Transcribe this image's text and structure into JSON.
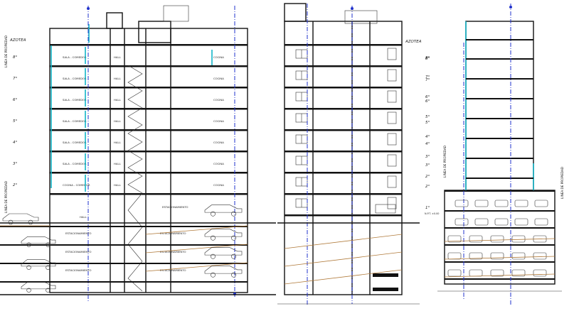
{
  "colors": {
    "line": "#111111",
    "glazing": "#12b5c8",
    "axis": "#2233cc",
    "excavation": "#b07a3a",
    "background": "#ffffff"
  },
  "section_a": {
    "roof_label": "AZOTEA",
    "property_line": "LINEA DE PROPIEDAD",
    "levels": [
      {
        "label": "8°",
        "room": "SALA - COMEDOR",
        "kitchen": "COCINA"
      },
      {
        "label": "7°",
        "room": "SALA - COMEDOR",
        "kitchen": "COCINA"
      },
      {
        "label": "6°",
        "room": "SALA - COMEDOR",
        "kitchen": "COCINA"
      },
      {
        "label": "5°",
        "room": "SALA - COMEDOR",
        "kitchen": "COCINA"
      },
      {
        "label": "4°",
        "room": "SALA - COMEDOR",
        "kitchen": "COCINA"
      },
      {
        "label": "3°",
        "room": "SALA - COMEDOR",
        "kitchen": "COCINA"
      },
      {
        "label": "2°",
        "room": "COCINA - COMEDOR",
        "kitchen": "COCINA"
      }
    ],
    "hall": "HALL",
    "lobby": "HALL",
    "parking": "ESTACIONAMIENTO",
    "basement_rooms": [
      "ESTACIONAMIENTO",
      "ESTACIONAMIENTO",
      "ESTACIONAMIENTO"
    ]
  },
  "section_b": {
    "roof_label": "AZOTEA",
    "levels": [
      "8°",
      "7°",
      "6°",
      "5°",
      "4°",
      "3°",
      "2°",
      "1°"
    ]
  },
  "section_c": {
    "property_line": "LINEA DE PROPIEDAD",
    "levels": [
      "8°",
      "7°",
      "6°",
      "5°",
      "4°",
      "3°",
      "2°"
    ],
    "npt": "N.P.T. ±0.00"
  }
}
